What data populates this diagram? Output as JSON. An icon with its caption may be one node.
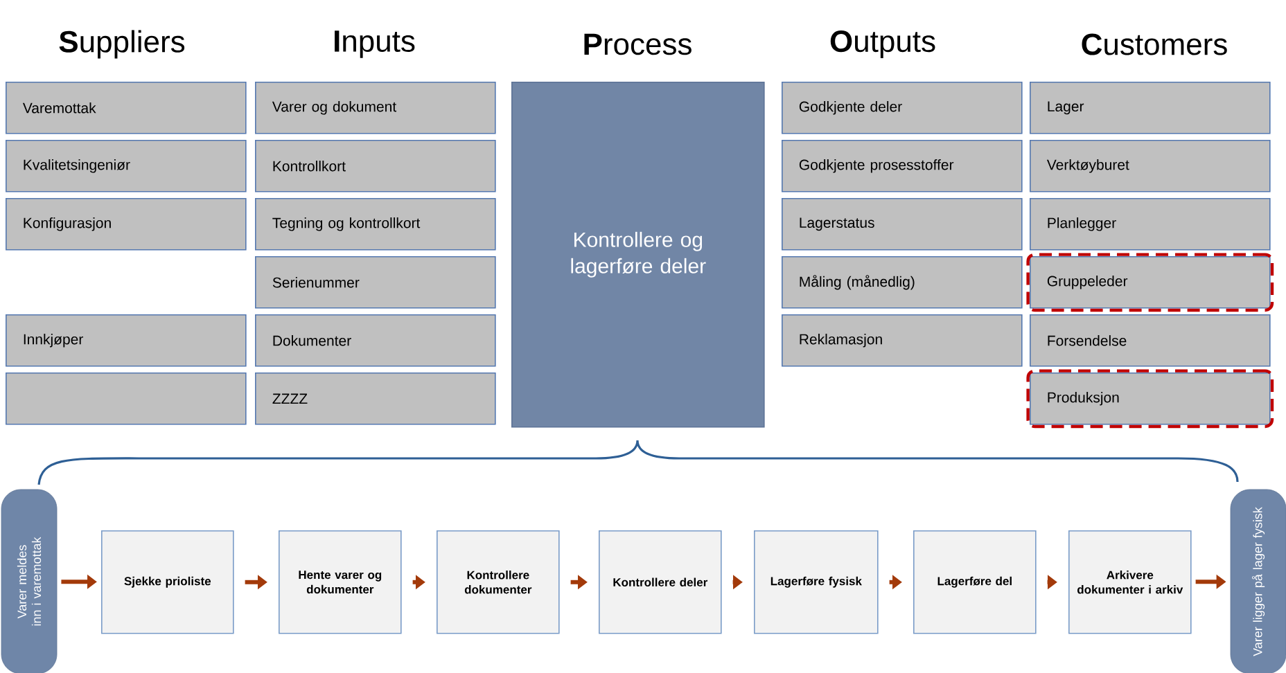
{
  "diagram": {
    "nodes": [
      {
        "text": [
          "Varemottak"
        ]
      },
      {
        "text": [
          "Kvalitetsingeniør"
        ]
      },
      {
        "text": [
          "Konfigurasjon"
        ]
      },
      {
        "text": [
          "Innkjøper"
        ]
      },
      {
        "text": [],
        "shape": "box"
      },
      {
        "text": [
          "Varer og dokument"
        ]
      },
      {
        "text": [
          "Kontrollkort"
        ]
      },
      {
        "text": [
          "Tegning og kontrollkort"
        ]
      },
      {
        "text": [
          "Serienummer"
        ]
      },
      {
        "text": [
          "Dokumenter"
        ]
      },
      {
        "text": [
          "ZZZZ"
        ]
      },
      {
        "text": [
          "Kontrollere og lagerføre deler"
        ]
      },
      {
        "text": [
          "Godkjente deler"
        ]
      },
      {
        "text": [
          "Godkjente prosesstoffer"
        ]
      },
      {
        "text": [
          "Lagerstatus"
        ]
      },
      {
        "text": [
          "Måling (månedlig)"
        ]
      },
      {
        "text": [
          "Reklamasjon"
        ]
      },
      {
        "text": [
          "Lager"
        ]
      },
      {
        "text": [
          "Verktøyburet"
        ]
      },
      {
        "text": [
          "Planlegger"
        ]
      },
      {
        "text": [],
        "shape": "box"
      },
      {
        "text": [
          "Gruppeleder"
        ],
        "in": 20
      },
      {
        "text": [
          "Forsendelse"
        ]
      },
      {
        "text": [],
        "shape": "box"
      },
      {
        "text": [
          "Produksjon"
        ],
        "in": 23
      },
      {
        "text": [
          "Varer meldes inn i varemottak"
        ]
      },
      {
        "text": [
          "Sjekke prioliste"
        ]
      },
      {
        "text": [
          "Hente varer og dokumenter"
        ]
      },
      {
        "text": [
          "Kontrollere dokumenter"
        ]
      },
      {
        "text": [
          "Kontrollere deler"
        ]
      },
      {
        "text": [
          "Lagerføre fysisk"
        ]
      },
      {
        "text": [
          "Lagerføre del"
        ]
      },
      {
        "text": [
          "Arkivere dokumenter i arkiv"
        ]
      },
      {
        "text": [
          "Varer ligger på lager fysisk"
        ]
      }
    ],
    "edges": [
      {
        "from": 25,
        "to": 26,
        "arrow": "to"
      },
      {
        "from": 26,
        "to": 27,
        "arrow": "to"
      },
      {
        "from": 27,
        "to": 28,
        "arrow": "to"
      },
      {
        "from": 28,
        "to": 29,
        "arrow": "to"
      },
      {
        "from": 29,
        "to": 30,
        "arrow": "to"
      },
      {
        "from": 30,
        "to": 31,
        "arrow": "to"
      },
      {
        "from": 31,
        "to": 32,
        "arrow": "to"
      },
      {
        "from": 32,
        "to": 33,
        "arrow": "to"
      }
    ],
    "labels": [
      "**S**uppliers",
      "**I**nputs",
      "**P**rocess",
      "**O**utputs",
      "**C**ustomers"
    ]
  }
}
